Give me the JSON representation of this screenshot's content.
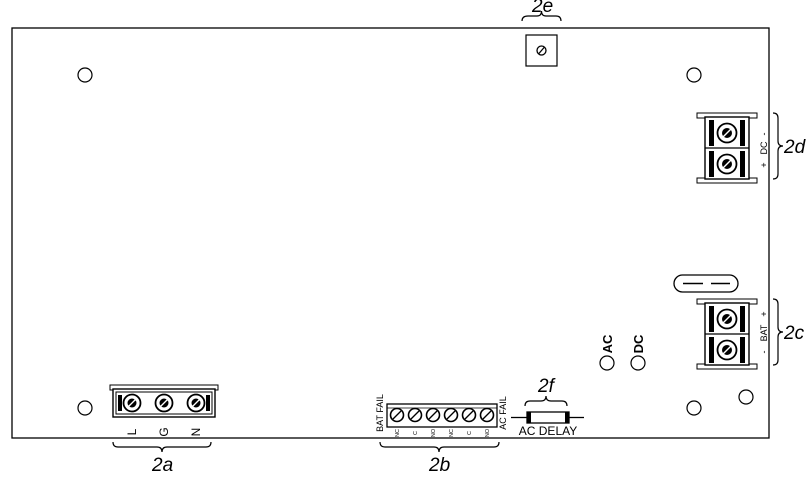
{
  "callouts": {
    "ac_input": "2a",
    "relay_outputs": "2b",
    "battery": "2c",
    "dc_output": "2d",
    "potentiometer": "2e",
    "ac_delay_jumper": "2f"
  },
  "terminals": {
    "ac_input": [
      "L",
      "G",
      "N"
    ],
    "relay_groups": [
      "BAT FAIL",
      "AC FAIL"
    ],
    "relay_contacts": [
      "NC",
      "C",
      "NO",
      "NC",
      "C",
      "NO"
    ],
    "battery": {
      "label": "BAT",
      "plus": "+",
      "minus": "-"
    },
    "dc": {
      "label": "DC",
      "plus": "+",
      "minus": "-"
    }
  },
  "leds": [
    "AC",
    "DC"
  ],
  "jumper": {
    "label": "AC DELAY"
  }
}
